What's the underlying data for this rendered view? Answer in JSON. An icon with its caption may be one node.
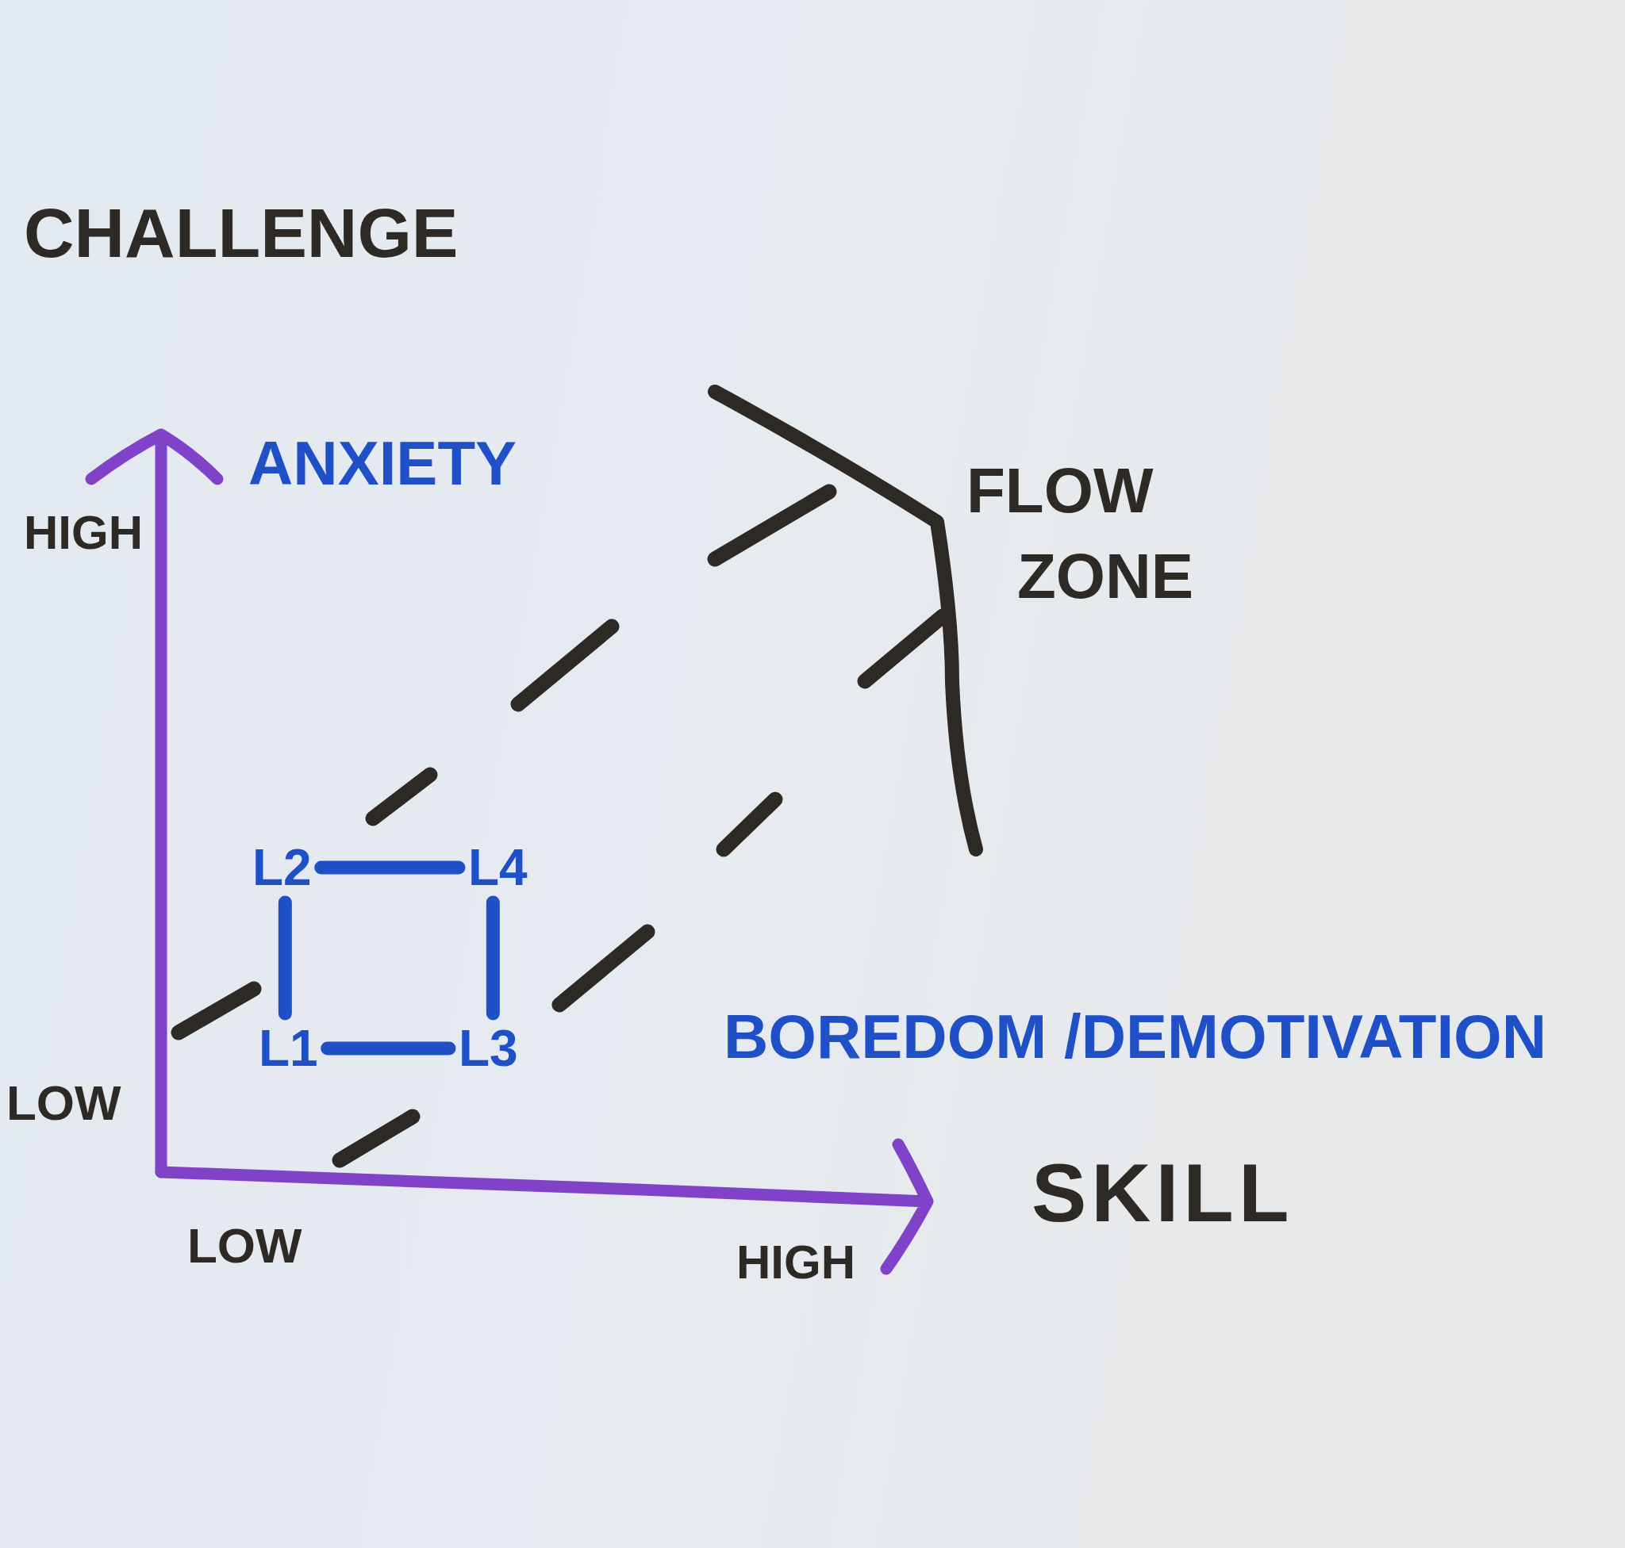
{
  "diagram": {
    "nodes": [
      {
        "text": [
          "L2"
        ]
      },
      {
        "text": [
          "L4"
        ]
      },
      {
        "text": [
          "L1"
        ]
      },
      {
        "text": [
          "L3"
        ]
      }
    ],
    "edges": [
      {
        "from": 0,
        "to": 1,
        "arrow": "none"
      },
      {
        "from": 0,
        "to": 2,
        "arrow": "none"
      },
      {
        "from": 1,
        "to": 3,
        "arrow": "none"
      },
      {
        "from": 2,
        "to": 3,
        "arrow": "none"
      }
    ],
    "labels": [
      "CHALLENGE",
      "ANXIETY",
      "FLOW ZONE",
      "HIGH",
      "BOREDOM /DEMOTIVATION",
      "LOW",
      "SKILL",
      "LOW",
      "HIGH"
    ]
  }
}
